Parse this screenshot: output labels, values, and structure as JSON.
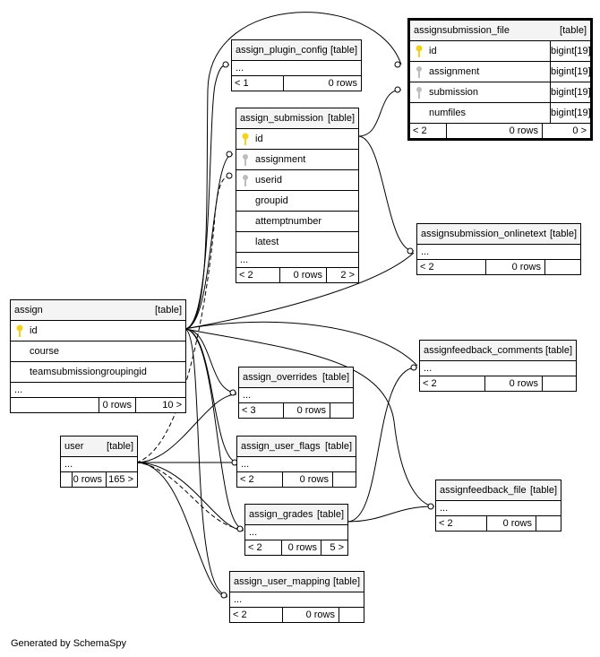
{
  "tables": {
    "assignsubmission_file": {
      "name": "assignsubmission_file",
      "tag": "[table]",
      "columns": [
        {
          "name": "id",
          "type": "bigint[19]",
          "key": "primary"
        },
        {
          "name": "assignment",
          "type": "bigint[19]",
          "key": "foreign"
        },
        {
          "name": "submission",
          "type": "bigint[19]",
          "key": "foreign"
        },
        {
          "name": "numfiles",
          "type": "bigint[19]",
          "key": ""
        }
      ],
      "footer": {
        "parents": "< 2",
        "rows": "0 rows",
        "children": "0 >"
      }
    },
    "assign_plugin_config": {
      "name": "assign_plugin_config",
      "tag": "[table]",
      "more": "...",
      "footer": {
        "parents": "< 1",
        "rows": "0 rows"
      }
    },
    "assign_submission": {
      "name": "assign_submission",
      "tag": "[table]",
      "columns": [
        {
          "name": "id",
          "key": "primary"
        },
        {
          "name": "assignment",
          "key": "foreign"
        },
        {
          "name": "userid",
          "key": "foreign"
        },
        {
          "name": "groupid",
          "key": ""
        },
        {
          "name": "attemptnumber",
          "key": ""
        },
        {
          "name": "latest",
          "key": ""
        }
      ],
      "more": "...",
      "footer": {
        "parents": "< 2",
        "rows": "0 rows",
        "children": "2 >"
      }
    },
    "assignsubmission_onlinetext": {
      "name": "assignsubmission_onlinetext",
      "tag": "[table]",
      "more": "...",
      "footer": {
        "parents": "< 2",
        "rows": "0 rows"
      }
    },
    "assign": {
      "name": "assign",
      "tag": "[table]",
      "columns": [
        {
          "name": "id",
          "key": "primary"
        },
        {
          "name": "course",
          "key": ""
        },
        {
          "name": "teamsubmissiongroupingid",
          "key": ""
        }
      ],
      "more": "...",
      "footer": {
        "parents": "",
        "rows": "0 rows",
        "children": "10 >"
      }
    },
    "assignfeedback_comments": {
      "name": "assignfeedback_comments",
      "tag": "[table]",
      "more": "...",
      "footer": {
        "parents": "< 2",
        "rows": "0 rows"
      }
    },
    "assign_overrides": {
      "name": "assign_overrides",
      "tag": "[table]",
      "more": "...",
      "footer": {
        "parents": "< 3",
        "rows": "0 rows"
      }
    },
    "user": {
      "name": "user",
      "tag": "[table]",
      "more": "...",
      "footer": {
        "rows": "0 rows",
        "children": "165 >"
      }
    },
    "assign_user_flags": {
      "name": "assign_user_flags",
      "tag": "[table]",
      "more": "...",
      "footer": {
        "parents": "< 2",
        "rows": "0 rows"
      }
    },
    "assignfeedback_file": {
      "name": "assignfeedback_file",
      "tag": "[table]",
      "more": "...",
      "footer": {
        "parents": "< 2",
        "rows": "0 rows"
      }
    },
    "assign_grades": {
      "name": "assign_grades",
      "tag": "[table]",
      "more": "...",
      "footer": {
        "parents": "< 2",
        "rows": "0 rows",
        "children": "5 >"
      }
    },
    "assign_user_mapping": {
      "name": "assign_user_mapping",
      "tag": "[table]",
      "more": "...",
      "footer": {
        "parents": "< 2",
        "rows": "0 rows"
      }
    }
  },
  "generated_by": "Generated by SchemaSpy",
  "colors": {
    "primary_key": "#f2d21e",
    "foreign_key": "#bdbdbd",
    "line": "#000000",
    "header": "#f4f4f4"
  }
}
